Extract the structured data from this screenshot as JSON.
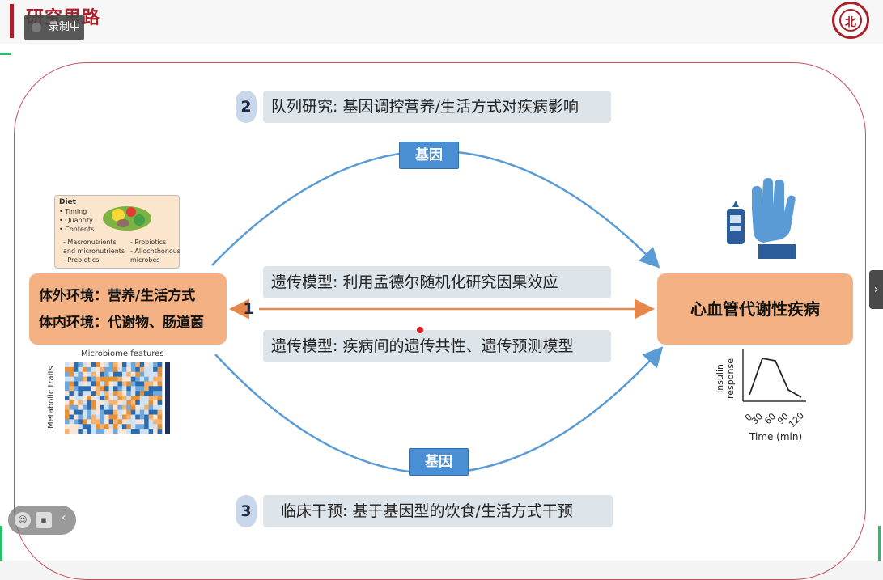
{
  "header": {
    "title": "研究思路",
    "recording_badge": "录制中",
    "logo_glyph": "北"
  },
  "steps": {
    "step2": {
      "num": "2",
      "text": "队列研究: 基因调控营养/生活方式对疾病影响"
    },
    "step1": {
      "num": "1",
      "text_top": "遗传模型: 利用孟德尔随机化研究因果效应",
      "text_bottom": "遗传模型: 疾病间的遗传共性、遗传预测模型"
    },
    "step3": {
      "num": "3",
      "text": "临床干预: 基于基因型的饮食/生活方式干预"
    }
  },
  "gene_labels": {
    "top": "基因",
    "bottom": "基因"
  },
  "left_box": {
    "line1": "体外环境：营养/生活方式",
    "line2": "体内环境：代谢物、肠道菌"
  },
  "right_box": {
    "label": "心血管代谢性疾病"
  },
  "diet_card": {
    "title": "Diet",
    "items": [
      "• Timing",
      "• Quantity",
      "• Contents"
    ],
    "sub_left": [
      "- Macronutrients",
      "  and micronutrients",
      "- Prebiotics"
    ],
    "sub_right": [
      "- Probiotics",
      "- Allochthonous",
      "  microbes"
    ]
  },
  "heatmap": {
    "title": "Microbiome features",
    "ylabel": "Metabolic traits"
  },
  "insulin_chart": {
    "ylabel_line1": "Insulin",
    "ylabel_line2": "response",
    "xlabel": "Time (min)",
    "ticks": [
      "0",
      "30",
      "60",
      "90",
      "120"
    ],
    "values": [
      0.1,
      0.85,
      0.8,
      0.2,
      0.05
    ]
  },
  "colors": {
    "accent_red": "#a8202a",
    "box_orange": "#f4b183",
    "gene_blue": "#4a8fd3",
    "arrow_orange": "#e8874a",
    "arc_blue": "#5b9bd5"
  }
}
